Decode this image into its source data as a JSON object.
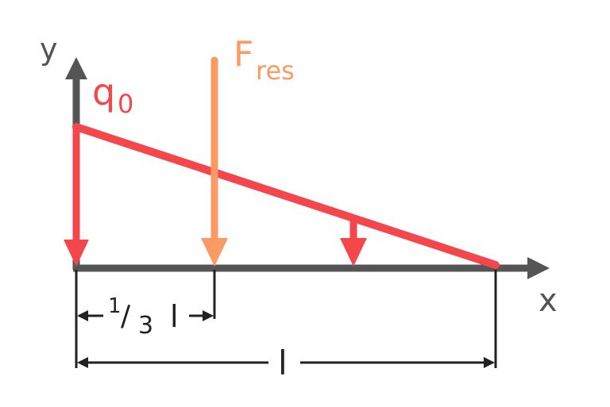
{
  "labels": {
    "y_axis": "y",
    "x_axis": "x",
    "load_label_main": "q",
    "load_label_sub": "0",
    "force_label_main": "F",
    "force_label_sub": "res",
    "third_num": "1",
    "third_slash": "/",
    "third_den": "3",
    "third_l": "l",
    "length_label": "l"
  },
  "colors": {
    "axis": "#555555",
    "load": "#f4474c",
    "resultant": "#fb9a63",
    "dimension": "#222222"
  }
}
